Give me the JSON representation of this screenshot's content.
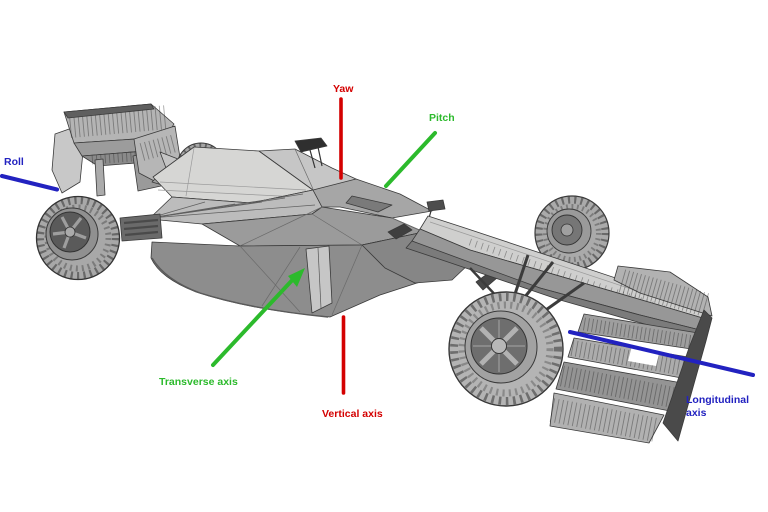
{
  "diagram": {
    "background_color": "#ffffff"
  },
  "axes": {
    "yaw": {
      "rotation_label": "Yaw",
      "axis_label": "Vertical axis",
      "color": "#d40000"
    },
    "pitch": {
      "rotation_label": "Pitch",
      "axis_label": "Transverse axis",
      "color": "#2cba2c"
    },
    "roll": {
      "rotation_label": "Roll",
      "axis_label_line1": "Longitudinal",
      "axis_label_line2": "axis",
      "color": "#2222c0"
    }
  },
  "car": {
    "outline_color": "#3a3a3a"
  }
}
